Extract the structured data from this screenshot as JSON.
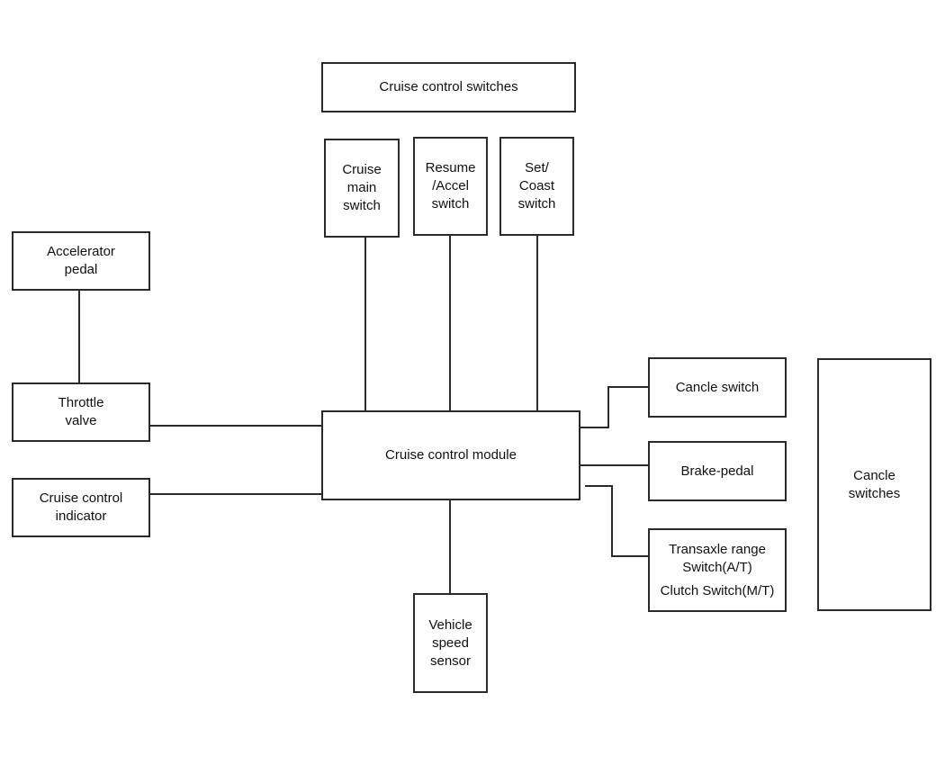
{
  "diagram": {
    "cruise_control_switches": "Cruise control switches",
    "cruise_main_switch": "Cruise\nmain\nswitch",
    "resume_accel_switch": "Resume\n/Accel\nswitch",
    "set_coast_switch": "Set/\nCoast\nswitch",
    "accelerator_pedal": "Accelerator\npedal",
    "throttle_valve": "Throttle\nvalve",
    "cruise_control_indicator": "Cruise control\nindicator",
    "cruise_control_module": "Cruise control module",
    "vehicle_speed_sensor": "Vehicle\nspeed\nsensor",
    "cancle_switch": "Cancle switch",
    "brake_pedal": "Brake-pedal",
    "transaxle_range_switch": "Transaxle range\nSwitch(A/T)",
    "clutch_switch": "Clutch Switch(M/T)",
    "cancle_switches": "Cancle\nswitches"
  }
}
